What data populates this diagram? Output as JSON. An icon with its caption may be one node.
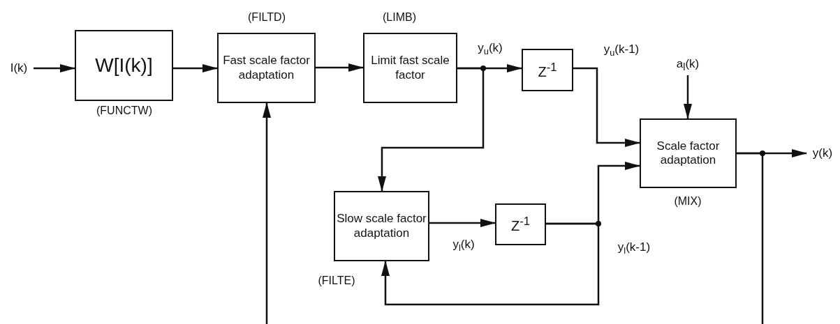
{
  "diagram": {
    "nodes": [
      {
        "text": [
          "I(k)"
        ]
      },
      {
        "text": [
          "W[I(k)]"
        ],
        "beside": [
          "(FUNCTW)"
        ]
      },
      {
        "text": [
          "Fast scale factor adaptation"
        ],
        "beside": [
          "(FILTD)"
        ]
      },
      {
        "text": [
          "Limit fast scale factor"
        ],
        "beside": [
          "(LIMB)"
        ]
      },
      {
        "text": [
          "Z$^{-1}$"
        ]
      },
      {
        "text": [
          "Slow scale factor adaptation"
        ],
        "beside": [
          "(FILTE)"
        ]
      },
      {
        "text": [
          "Z$^{-1}$"
        ]
      },
      {
        "text": [
          "Scale factor adaptation"
        ],
        "beside": [
          "(MIX)"
        ]
      },
      {
        "text": [
          "a$_{l}$(k)"
        ]
      },
      {
        "text": [
          "y(k)"
        ]
      }
    ],
    "edges": [
      {
        "from": 0,
        "to": 1,
        "arrow": "to"
      },
      {
        "from": 1,
        "to": 2,
        "arrow": "to"
      },
      {
        "from": 2,
        "to": 3,
        "arrow": "to"
      },
      {
        "from": 3,
        "to": 4,
        "arrow": "to",
        "label": "y$_{u}$(k)"
      },
      {
        "from": 3,
        "to": 5,
        "arrow": "to"
      },
      {
        "from": 4,
        "to": 7,
        "arrow": "to",
        "label": "y$_{u}$(k-1)"
      },
      {
        "from": 5,
        "to": 6,
        "arrow": "to",
        "label": "y$_{l}$(k)"
      },
      {
        "from": 6,
        "to": 7,
        "arrow": "to",
        "label": "y$_{l}$(k-1)"
      },
      {
        "from": 6,
        "to": 5,
        "arrow": "to"
      },
      {
        "from": 8,
        "to": 7,
        "arrow": "to"
      },
      {
        "from": 7,
        "to": 9,
        "arrow": "to"
      },
      {
        "from": null,
        "to": 2,
        "arrow": "to"
      },
      {
        "from": 7,
        "to": null,
        "arrow": "none"
      }
    ]
  }
}
